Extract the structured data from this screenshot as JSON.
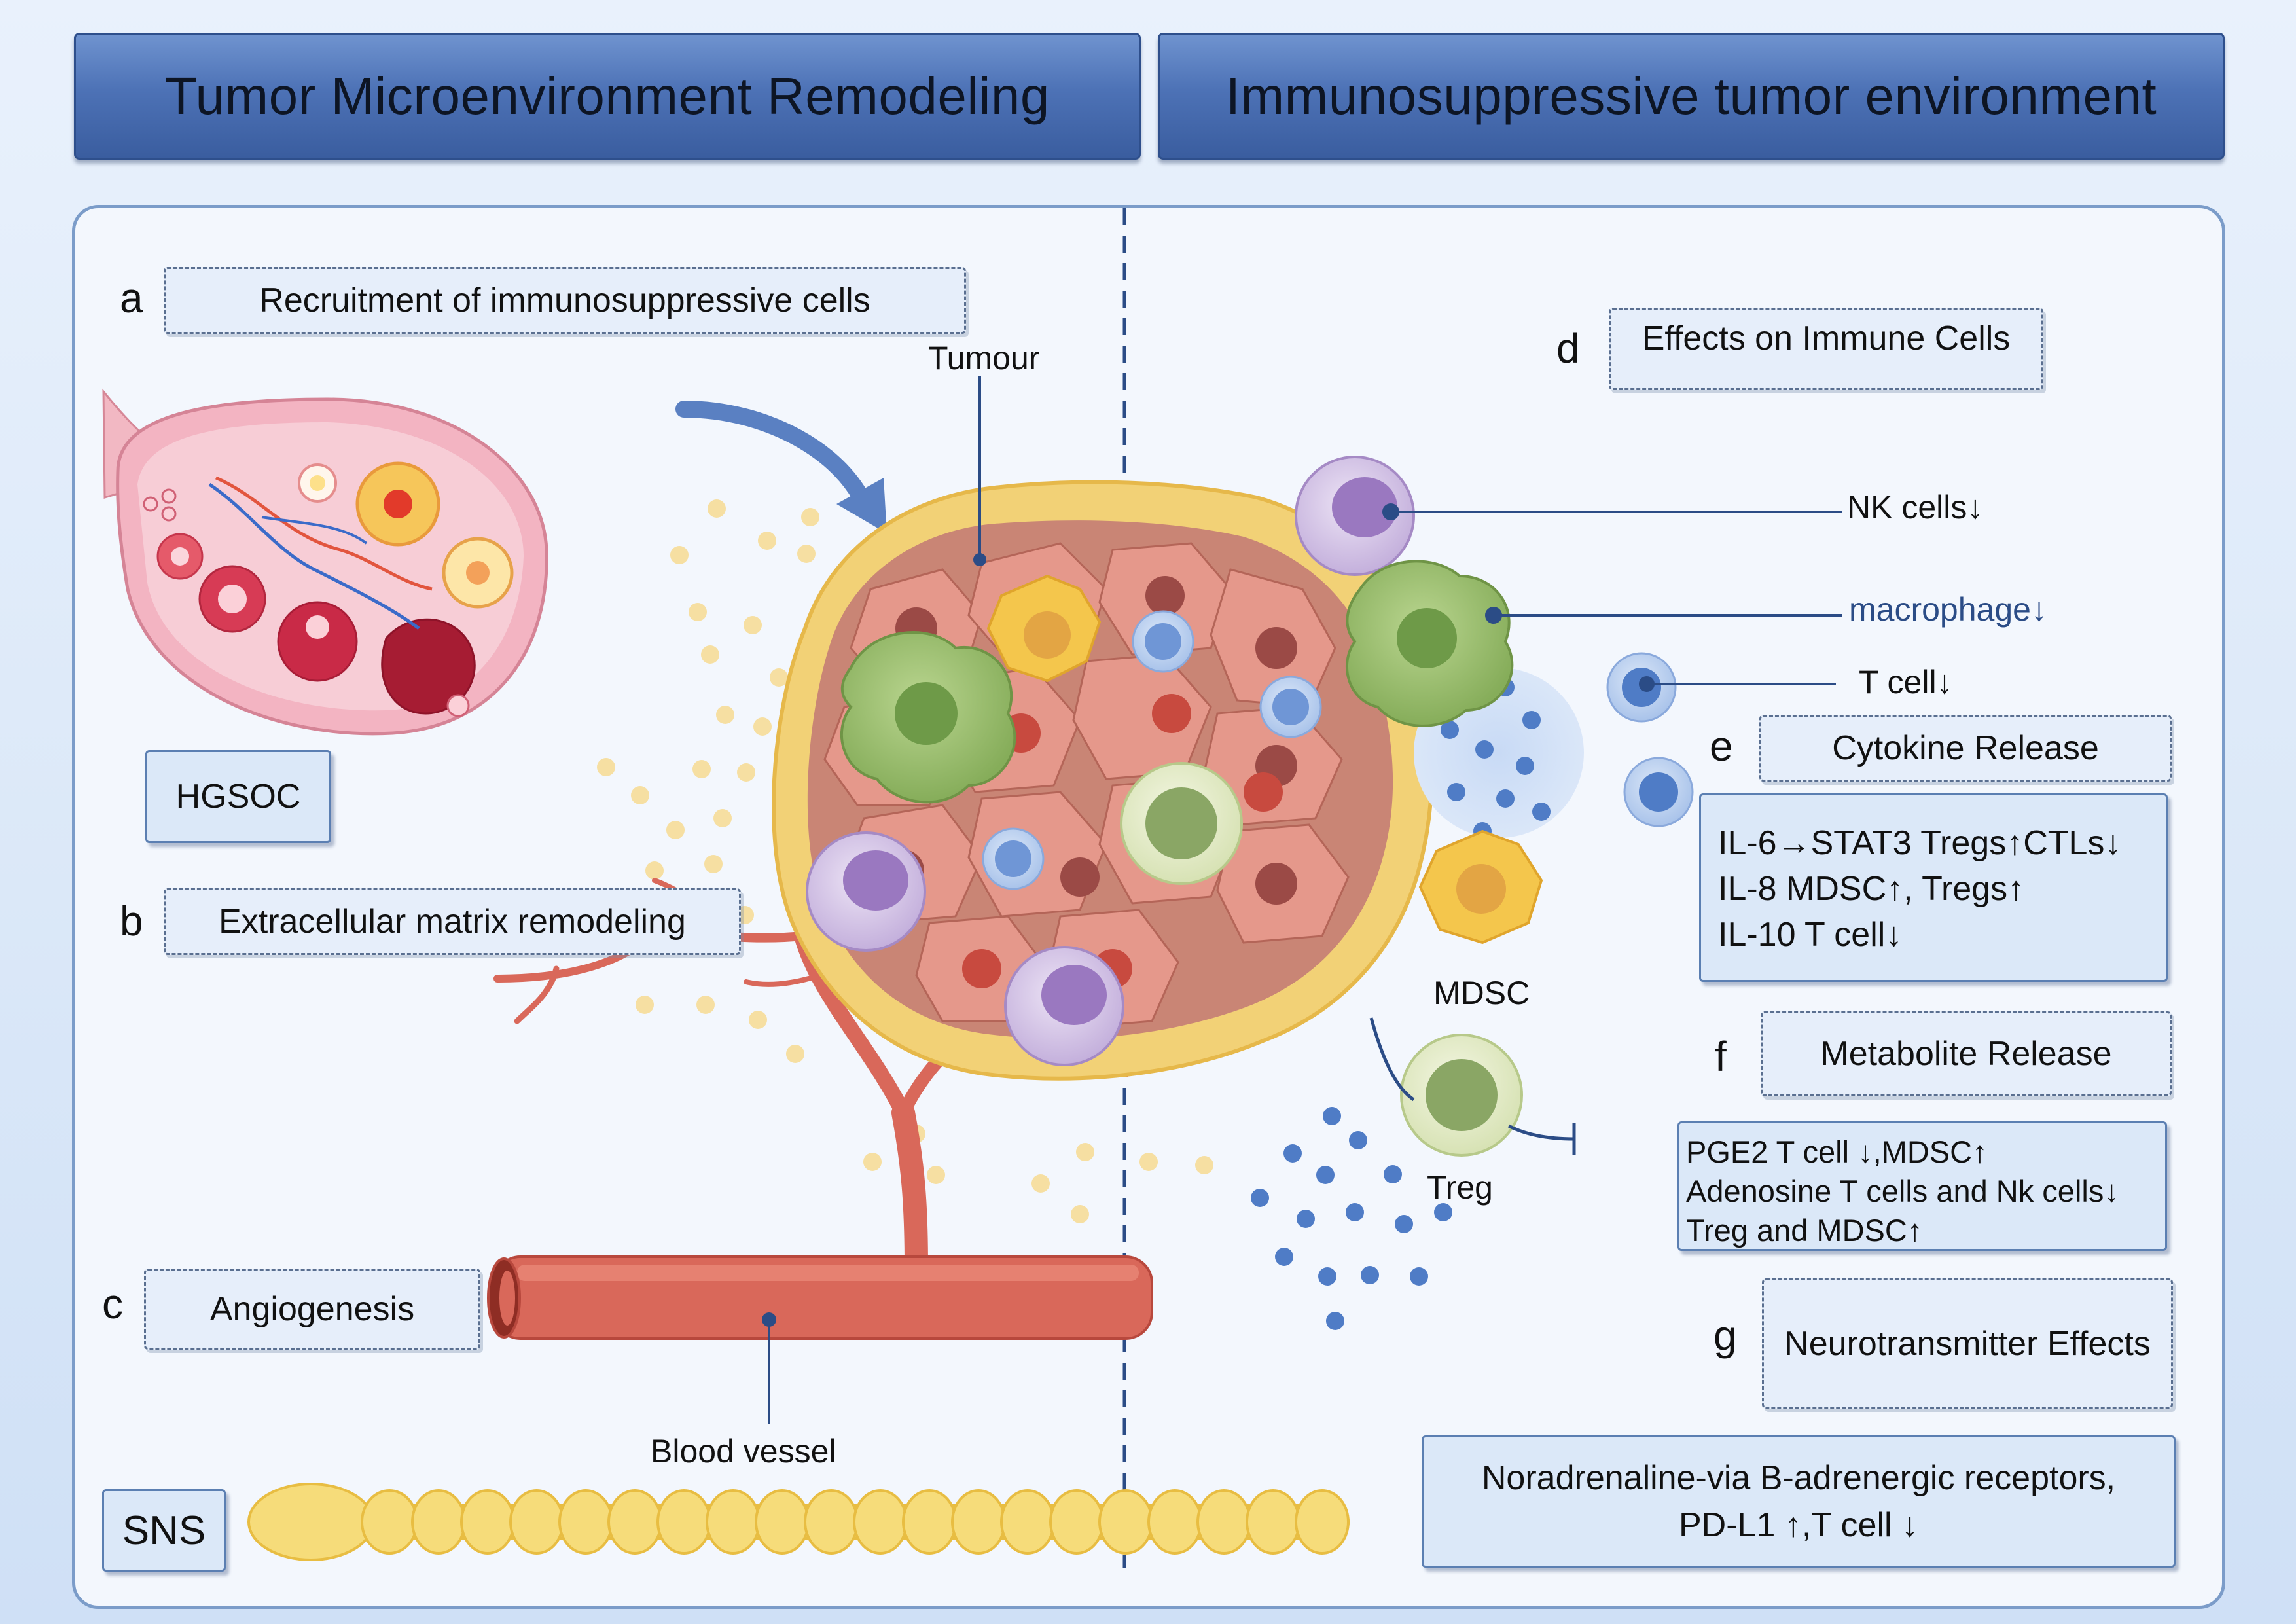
{
  "headers": {
    "left": "Tumor Microenvironment Remodeling",
    "right": "Immunosuppressive tumor environment"
  },
  "sections": {
    "a": {
      "letter": "a",
      "label": "Recruitment of immunosuppressive cells"
    },
    "b": {
      "letter": "b",
      "label": "Extracellular matrix remodeling"
    },
    "c": {
      "letter": "c",
      "label": "Angiogenesis"
    },
    "d": {
      "letter": "d",
      "label": "Effects on Immune Cells"
    },
    "e": {
      "letter": "e",
      "label": "Cytokine Release"
    },
    "f": {
      "letter": "f",
      "label": "Metabolite Release"
    },
    "g": {
      "letter": "g",
      "label": "Neurotransmitter Effects"
    }
  },
  "labels": {
    "hgsoc": "HGSOC",
    "sns": "SNS",
    "tumour": "Tumour",
    "blood_vessel": "Blood vessel",
    "nk": "NK cells↓",
    "macrophage": "macrophage↓",
    "tcell": "T cell↓",
    "mdsc": "MDSC",
    "treg": "Treg"
  },
  "cytokines": [
    "IL-6→STAT3 Tregs↑CTLs↓",
    "IL-8 MDSC↑, Tregs↑",
    "IL-10 T cell↓"
  ],
  "metabolites": [
    "PGE2 T cell ↓,MDSC↑",
    "Adenosine T cells and Nk cells↓",
    "Treg and MDSC↑"
  ],
  "neurotransmitter": [
    "Noradrenaline-via B-adrenergic receptors,",
    "PD-L1 ↑,T cell ↓"
  ],
  "colors": {
    "header": "#4d72b6",
    "vessel": "#d9685a",
    "nk_cell": "#b49ad0",
    "macrophage": "#93b86a",
    "t_cell": "#6f96d6",
    "mdsc": "#f0c24a",
    "treg": "#c7d69a",
    "tumour_cell": "#d9867a",
    "nerve": "#f6dc7a"
  }
}
